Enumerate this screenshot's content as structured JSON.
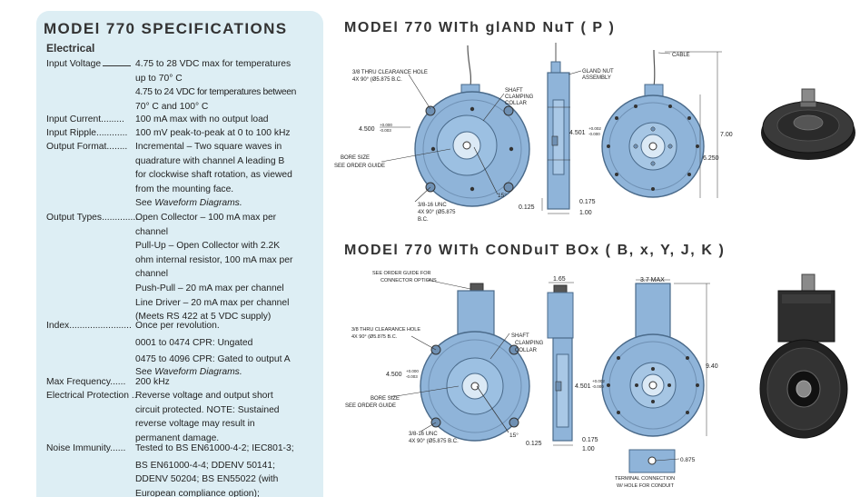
{
  "spec": {
    "title": "MODEl 770 SPECIFICATIONS",
    "section": "Electrical",
    "rows": [
      {
        "label": "Input Voltage",
        "lines": [
          "4.75 to 28 VDC max for temperatures",
          "up to 70° C",
          "4.75 to 24 VDC for temperatures between",
          "70° C and 100° C"
        ]
      },
      {
        "label": "Input Current",
        "lines": [
          "100 mA max with no output load"
        ]
      },
      {
        "label": "Input Ripple",
        "lines": [
          "100 mV peak-to-peak at 0 to 100 kHz"
        ]
      },
      {
        "label": "Output Format",
        "lines": [
          "Incremental – Two square waves in",
          "quadrature with channel A leading B",
          "for clockwise shaft rotation, as viewed",
          "from the mounting face."
        ],
        "see_prefix": "See ",
        "see_link": "Waveform Diagrams."
      },
      {
        "label": "Output Types",
        "lines": [
          "Open Collector – 100 mA max per",
          "channel",
          "Pull-Up – Open Collector with 2.2K",
          "ohm internal resistor, 100 mA max per",
          "channel",
          "Push-Pull – 20 mA max per channel",
          "Line Driver – 20 mA max per channel",
          "(Meets RS 422 at 5 VDC supply)"
        ]
      },
      {
        "label": "Index",
        "lines": [
          "Once per revolution.",
          "0001 to 0474 CPR: Ungated",
          "0475 to 4096 CPR: Gated to output A"
        ],
        "see_prefix": "See ",
        "see_link": "Waveform Diagrams."
      },
      {
        "label": "Max Frequency",
        "lines": [
          "200 kHz"
        ]
      },
      {
        "label": "Electrical Protection",
        "lines": [
          "Reverse voltage and output short",
          "circuit protected. NOTE: Sustained",
          "reverse voltage may result in",
          "permanent damage."
        ]
      },
      {
        "label": "Noise Immunity",
        "lines": [
          "Tested to BS EN61000-4-2; IEC801-3;",
          "BS EN61000-4-4; DDENV 50141;",
          "DDENV 50204; BS EN55022 (with",
          "European compliance option);"
        ]
      }
    ]
  },
  "diagram1": {
    "title": "MODEl 770 WITh glAND NuT ( P )",
    "labels": {
      "thru_hole_1": "3/8 THRU CLEARANCE HOLE",
      "thru_hole_2": "4X 90° (Ø5.875 B.C.",
      "shaft_1": "SHAFT",
      "shaft_2": "CLAMPING",
      "shaft_3": "COLLAR",
      "dim_4500": "4.500",
      "tol_up": "+0.000",
      "tol_dn": "-0.003",
      "bore_1": "BORE SIZE",
      "bore_2": "SEE ORDER GUIDE",
      "unc_1": "3/8-16 UNC",
      "unc_2": "4X 90° (Ø5.875",
      "unc_3": "B.C.",
      "angle": "15°",
      "dim_4501": "4.501",
      "tol2_up": "+0.002",
      "tol2_dn": "-0.000",
      "dim_0125": "0.125",
      "dim_0175": "0.175",
      "dim_100": "1.00",
      "gland_1": "GLAND NUT",
      "gland_2": "ASSEMBLY",
      "cable": "CABLE",
      "dim_700": "7.00",
      "dim_6250": "6.250"
    }
  },
  "diagram2": {
    "title": "MODEl 770 WITh CONDuIT BOx ( B, x, Y, J, K )",
    "labels": {
      "order_1": "SEE ORDER GUIDE FOR",
      "order_2": "CONNECTOR OPTIONS",
      "thru_hole_1": "3/8 THRU CLEARANCE HOLE",
      "thru_hole_2": "4X 90° (Ø5.875 B.C.",
      "shaft_1": "SHAFT",
      "shaft_2": "CLAMPING",
      "shaft_3": "COLLAR",
      "dim_4500": "4.500",
      "tol_up": "+0.000",
      "tol_dn": "-0.003",
      "bore_1": "BORE SIZE",
      "bore_2": "SEE ORDER GUIDE",
      "unc_1": "3/8-16 UNC",
      "unc_2": "4X 90° (Ø5.875 B.C.",
      "angle": "15°",
      "dim_165": "1.65",
      "dim_4501": "4.501",
      "tol2_up": "+0.002",
      "tol2_dn": "-0.000",
      "dim_0125": "0.125",
      "dim_0175": "0.175",
      "dim_100": "1.00",
      "dim_37max": "3.7 MAX",
      "dim_940": "9.40",
      "dim_0875": "0.875",
      "term_1": "TERMINAL CONNECTION",
      "term_2": "W/ HOLE FOR CONDUIT"
    }
  },
  "colors": {
    "panel": "#ddeef4",
    "encoder_blue": "#8fb4d9",
    "encoder_stroke": "#4a6a8a",
    "photo_metal": "#2b2b2b"
  }
}
